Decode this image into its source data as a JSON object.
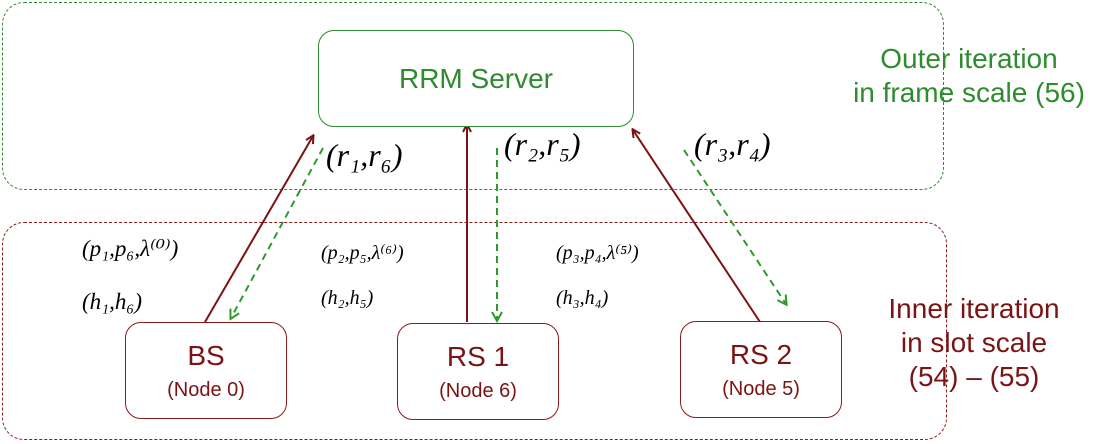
{
  "server": {
    "title": "RRM Server"
  },
  "nodes": [
    {
      "id": "bs",
      "title": "BS",
      "subtitle": "(Node 0)"
    },
    {
      "id": "rs1",
      "title": "RS 1",
      "subtitle": "(Node 6)"
    },
    {
      "id": "rs2",
      "title": "RS 2",
      "subtitle": "(Node 5)"
    }
  ],
  "labels": {
    "outer_line1": "Outer iteration",
    "outer_line2": "in frame scale (56)",
    "inner_line1": "Inner iteration",
    "inner_line2": "in slot scale",
    "inner_line3": "(54) – (55)"
  },
  "math": {
    "r_bs": "(r₁,r₆)",
    "r_rs1": "(r₂,r₅)",
    "r_rs2": "(r₃,r₄)",
    "p_bs": "(p₁,p₆,λ⁽⁰⁾)",
    "p_rs1": "(p₂,p₅,λ⁽⁶⁾)",
    "p_rs2": "(p₃,p₄,λ⁽⁵⁾)",
    "h_bs": "(h₁,h₆)",
    "h_rs1": "(h₂,h₅)",
    "h_rs2": "(h₃,h₄)"
  },
  "colors": {
    "outer": "#2e8b2e",
    "inner": "#8b1a1a",
    "uplink_arrow": "#7a1414",
    "downlink_arrow": "#2e9a2e"
  }
}
